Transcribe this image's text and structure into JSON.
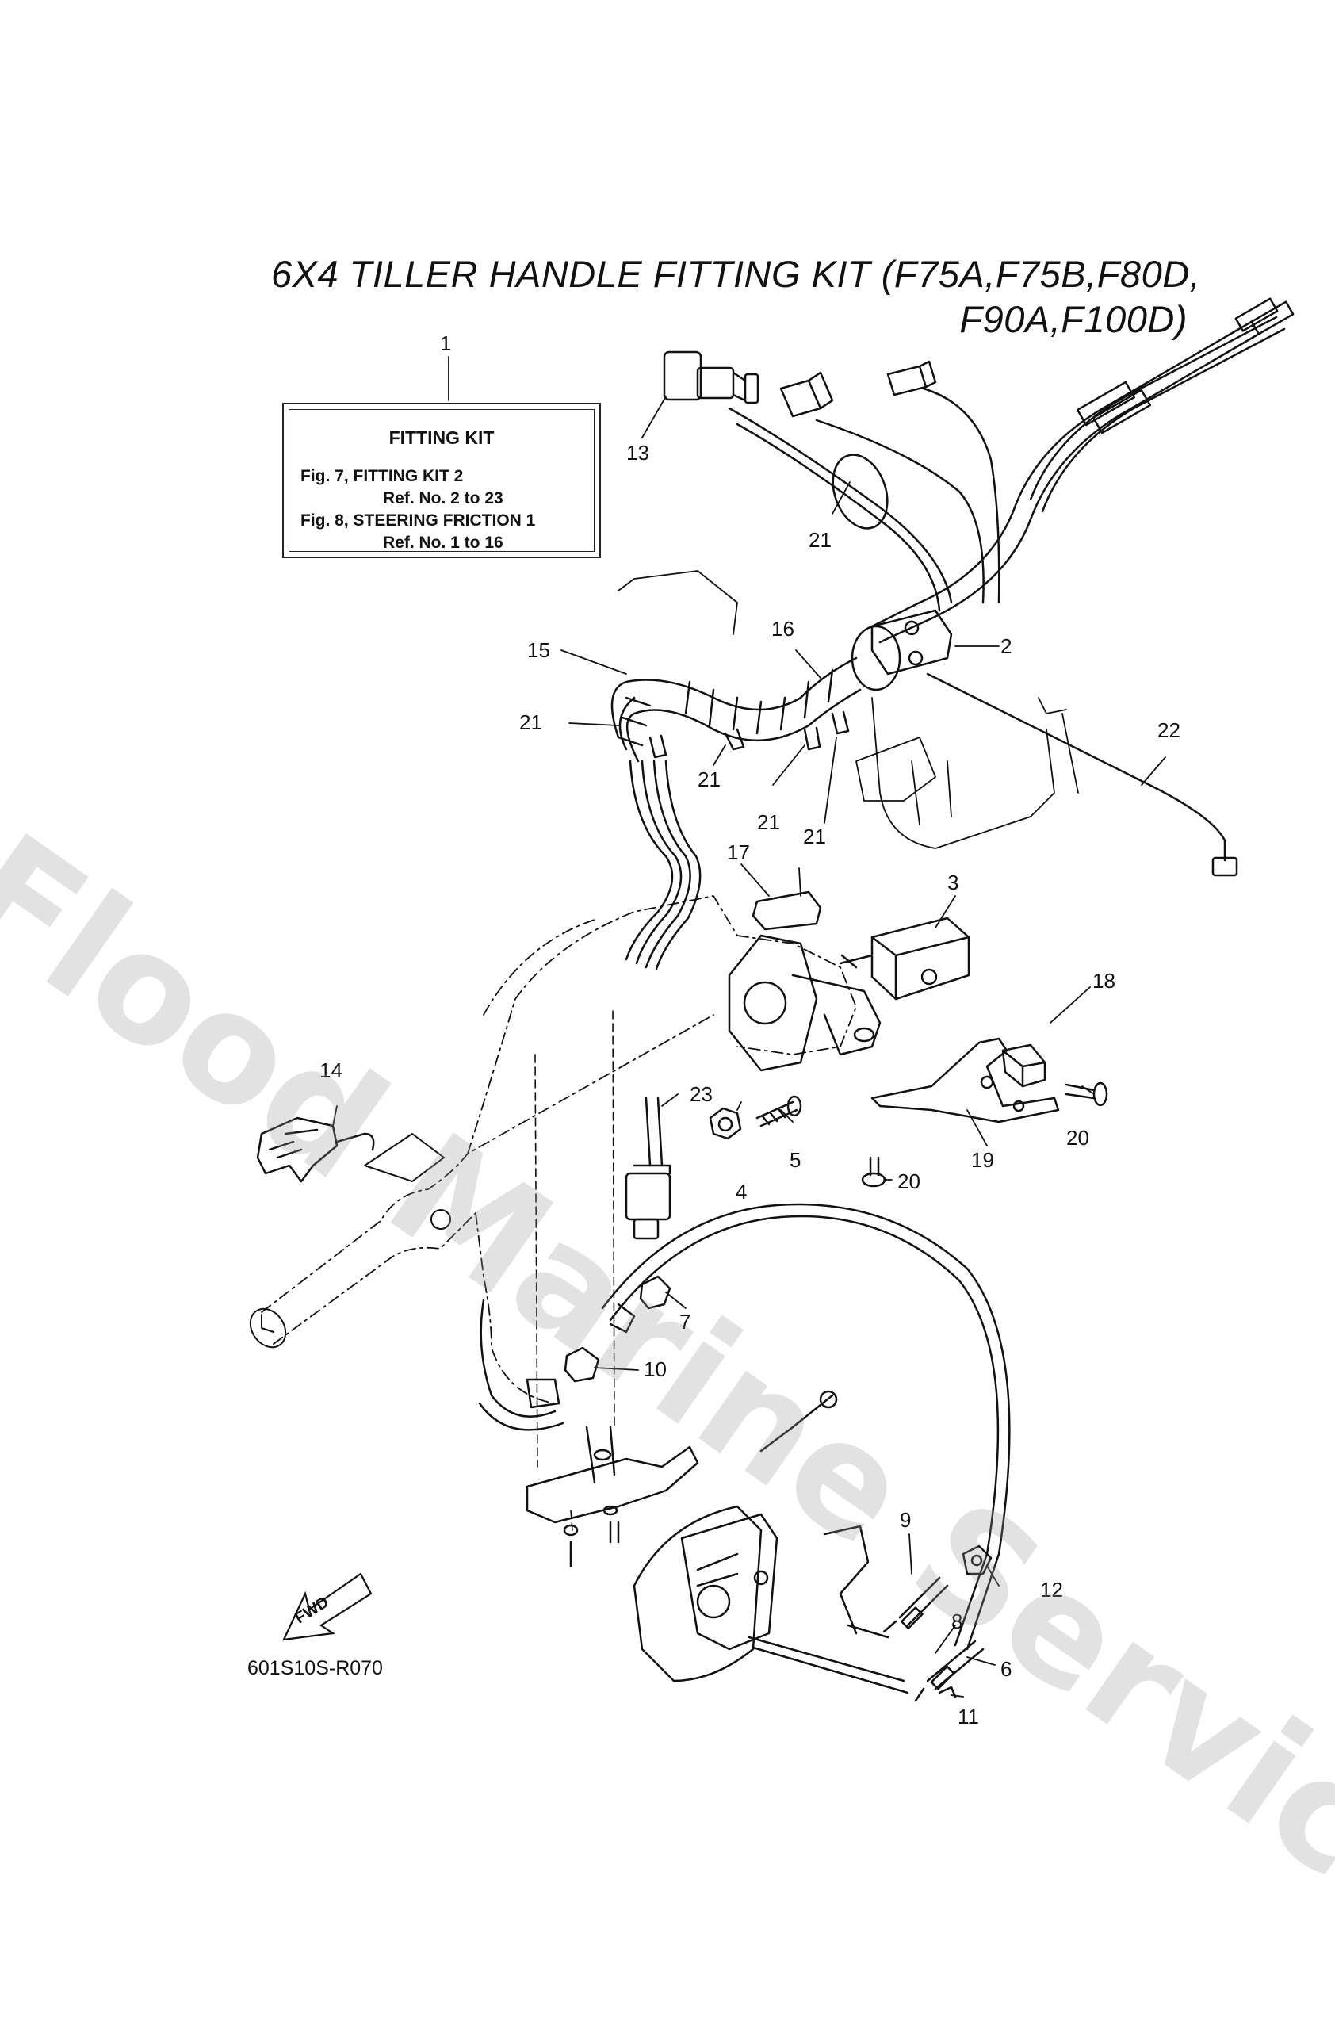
{
  "title": {
    "line1": "6X4 TILLER HANDLE FITTING KIT (F75A,F75B,F80D,",
    "line2": "F90A,F100D)"
  },
  "fitting_kit_box": {
    "heading": "FITTING KIT",
    "lines": [
      "Fig. 7, FITTING KIT 2",
      "Ref. No. 2 to 23",
      "Fig. 8, STEERING FRICTION 1",
      "Ref. No. 1 to 16"
    ]
  },
  "part_labels": [
    "1",
    "2",
    "3",
    "4",
    "5",
    "6",
    "7",
    "8",
    "9",
    "10",
    "11",
    "12",
    "13",
    "14",
    "15",
    "16",
    "17",
    "18",
    "19",
    "20",
    "20",
    "21",
    "21",
    "21",
    "21",
    "21",
    "22",
    "23"
  ],
  "fwd_label": "FWD",
  "diagram_code": "601S10S-R070",
  "watermark": "Flood Marine Services"
}
